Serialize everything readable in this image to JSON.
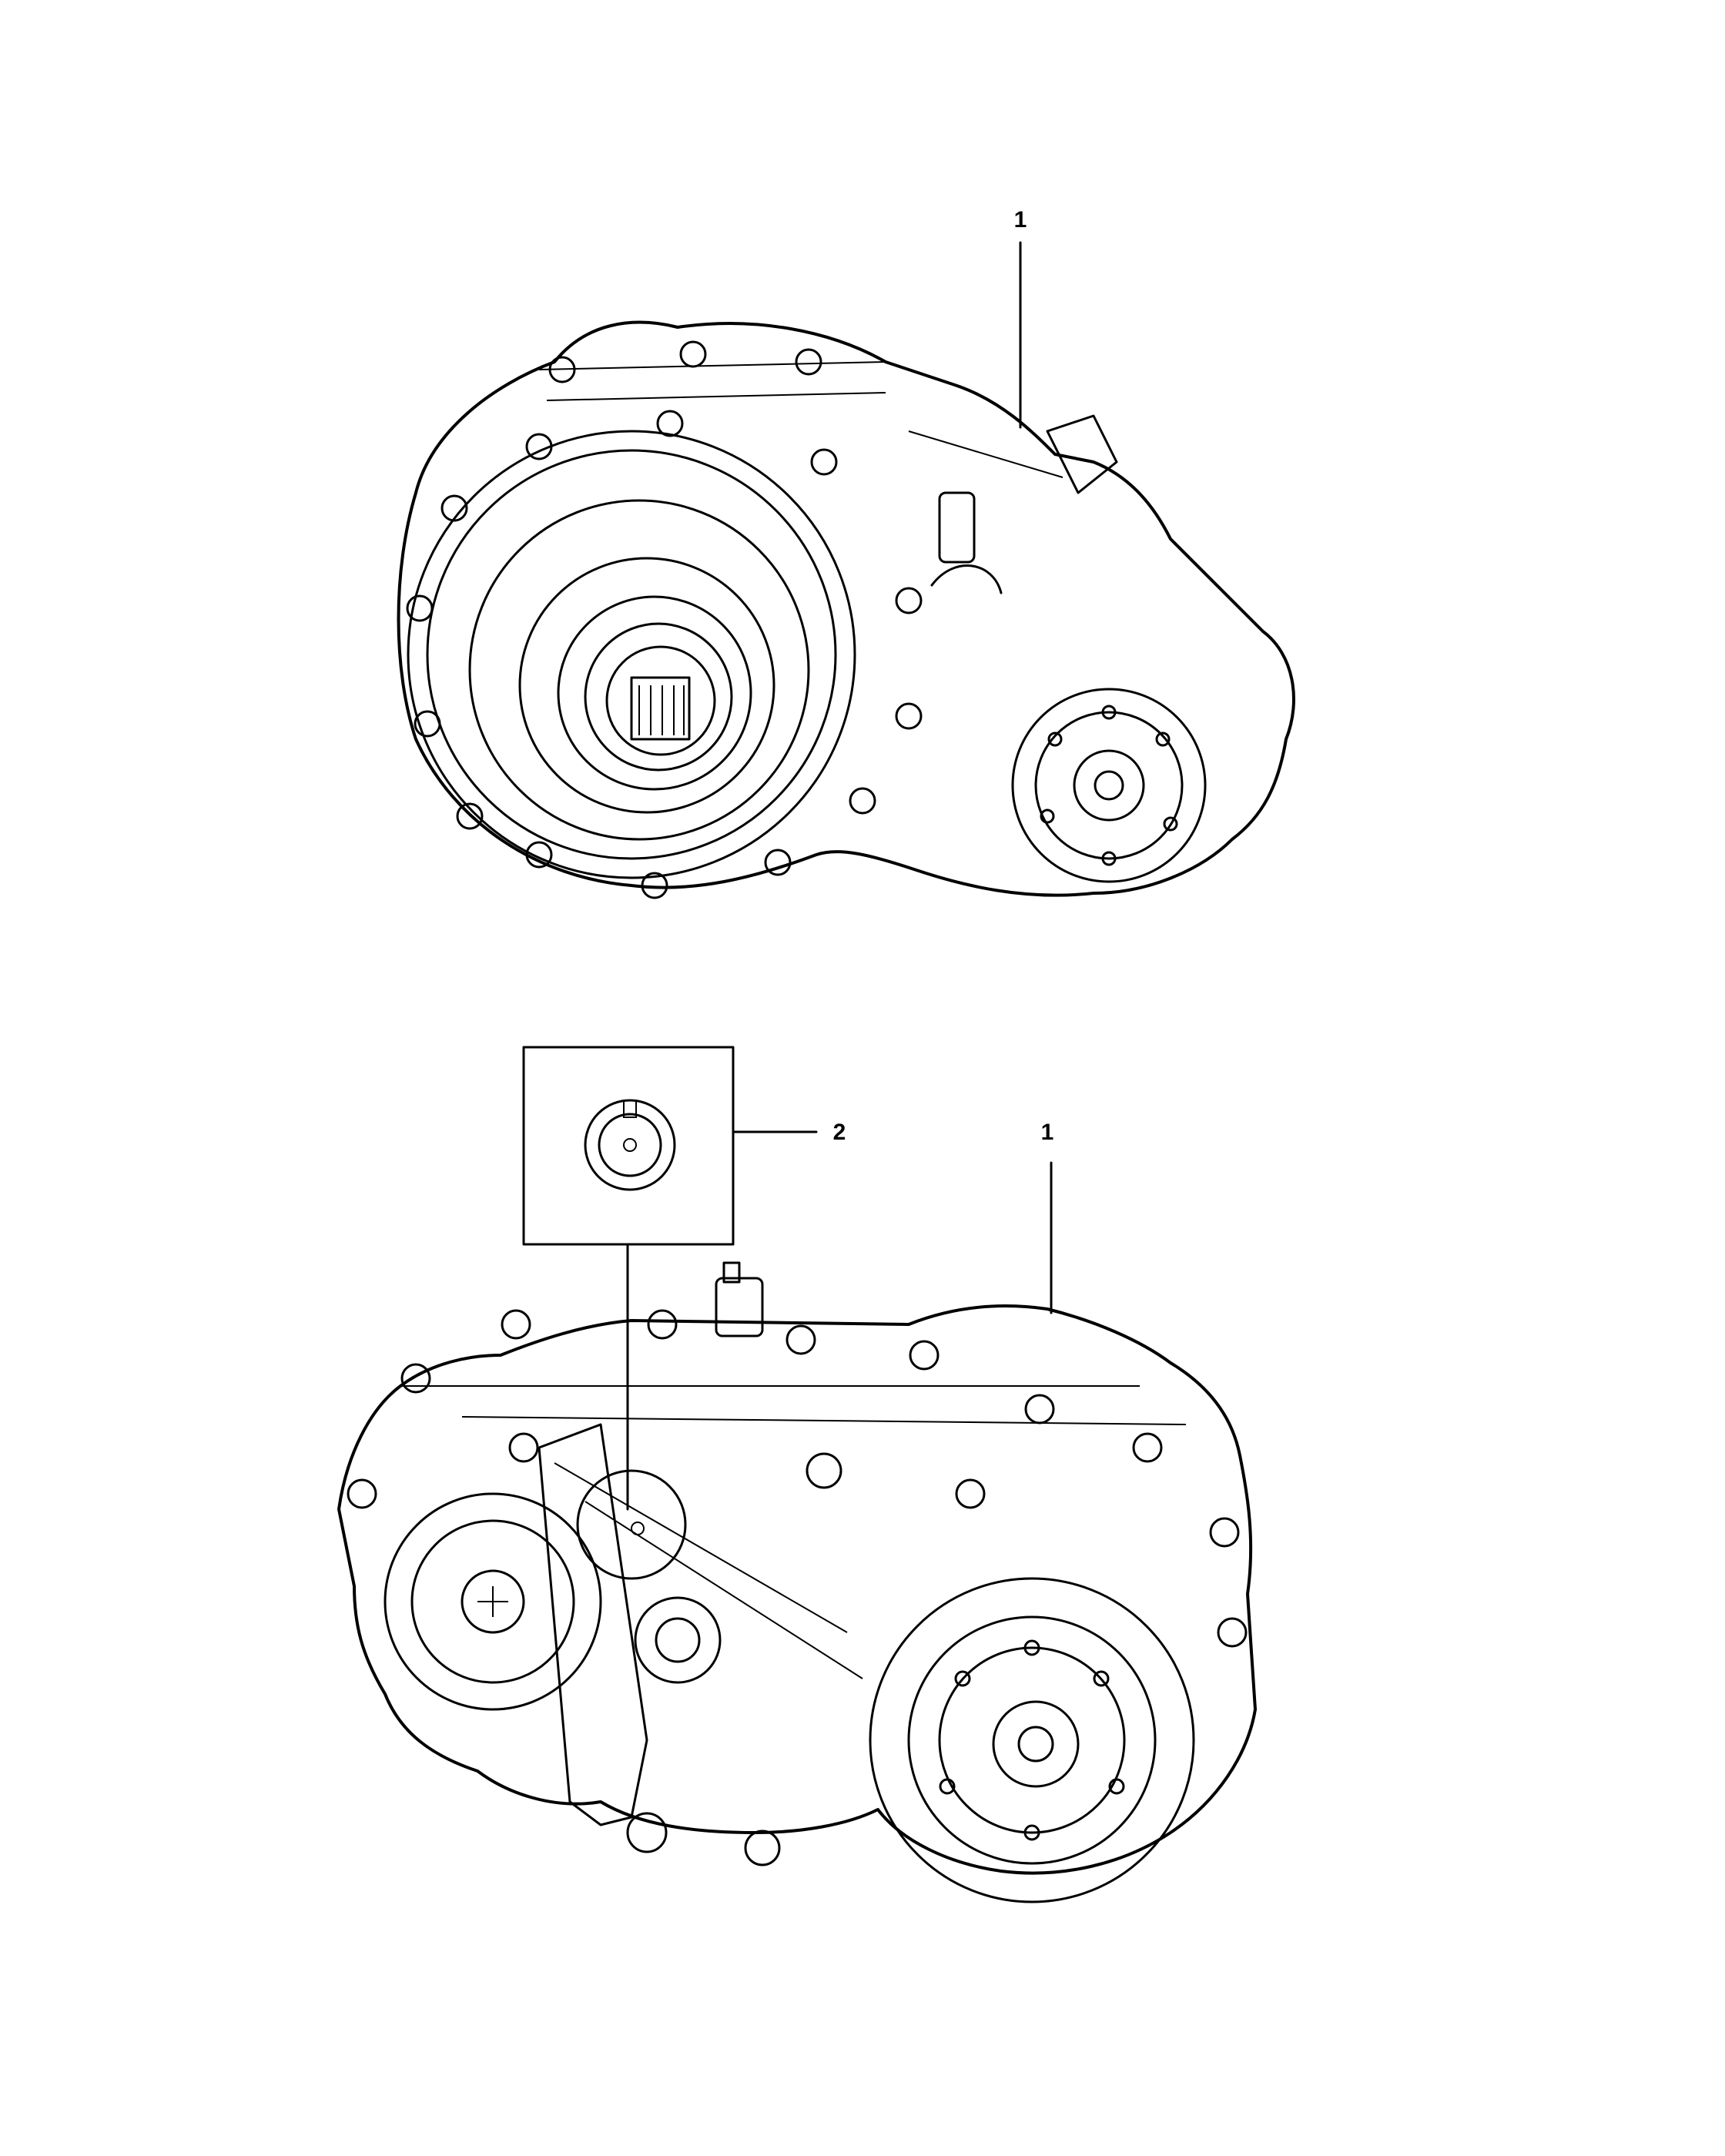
{
  "diagram": {
    "type": "exploded parts illustration",
    "views": [
      {
        "name": "upper-view",
        "callouts": [
          "1"
        ]
      },
      {
        "name": "lower-view",
        "callouts": [
          "2",
          "1"
        ]
      }
    ]
  },
  "callouts": {
    "top_part_1": "1",
    "inset_part_2": "2",
    "bottom_part_1": "1"
  },
  "icons": [
    "transfer-case-front-view",
    "transfer-case-rear-view",
    "plug-detail-icon"
  ]
}
